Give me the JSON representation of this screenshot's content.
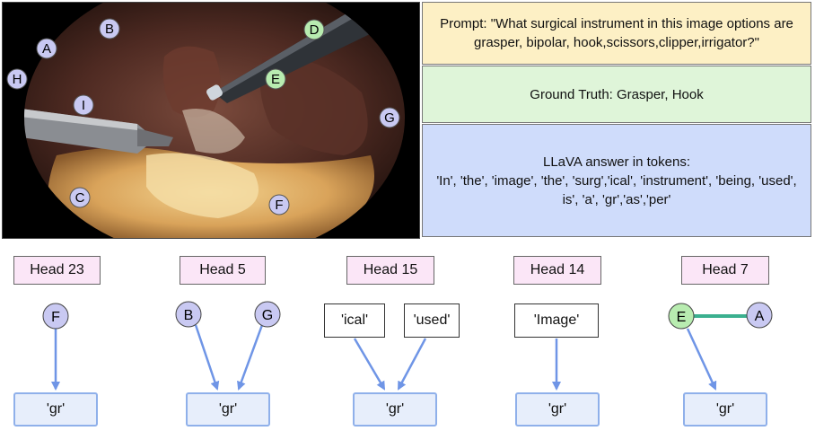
{
  "prompt_text": "Prompt: \"What surgical instrument in this image options are grasper, bipolar, hook,scissors,clipper,irrigator?\"",
  "ground_truth_text": "Ground Truth: Grasper, Hook",
  "answer": {
    "title": "LLaVA answer in tokens:",
    "tokens_text": "'In', 'the', 'image', 'the', 'surg','ical', 'instrument', 'being, 'used', is', 'a', 'gr','as','per'"
  },
  "image_markers": [
    "A",
    "B",
    "C",
    "D",
    "E",
    "F",
    "G",
    "H",
    "I"
  ],
  "heads": [
    {
      "label": "Head 23",
      "sources": [
        "F"
      ],
      "target": "'gr'"
    },
    {
      "label": "Head 5",
      "sources": [
        "B",
        "G"
      ],
      "target": "'gr'"
    },
    {
      "label": "Head 15",
      "sources": [
        "'ical'",
        "'used'"
      ],
      "target": "'gr'"
    },
    {
      "label": "Head 14",
      "sources": [
        "'Image'"
      ],
      "target": "'gr'"
    },
    {
      "label": "Head 7",
      "sources": [
        "E",
        "A"
      ],
      "target": "'gr'"
    }
  ],
  "colors": {
    "prompt_bg": "#fdf0c5",
    "truth_bg": "#dff5d9",
    "answer_bg": "#cfdcfb",
    "head_label_bg": "#fbe6f7",
    "node_default": "#c9c9f2",
    "node_highlight": "#b8ecb0",
    "arrow": "#6f95e6",
    "link": "#3bb08f"
  }
}
